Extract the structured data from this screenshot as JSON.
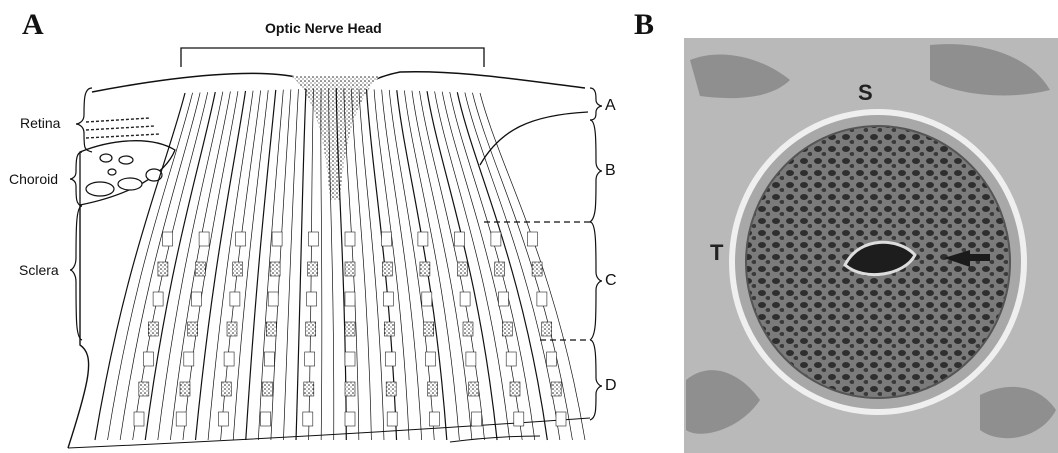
{
  "panels": {
    "a": "A",
    "b": "B"
  },
  "diagram": {
    "title": "Optic Nerve Head",
    "layers": [
      "Retina",
      "Choroid",
      "Sclera"
    ],
    "zones": [
      "A",
      "B",
      "C",
      "D"
    ]
  },
  "photo": {
    "label_s": "S",
    "label_t": "T"
  }
}
